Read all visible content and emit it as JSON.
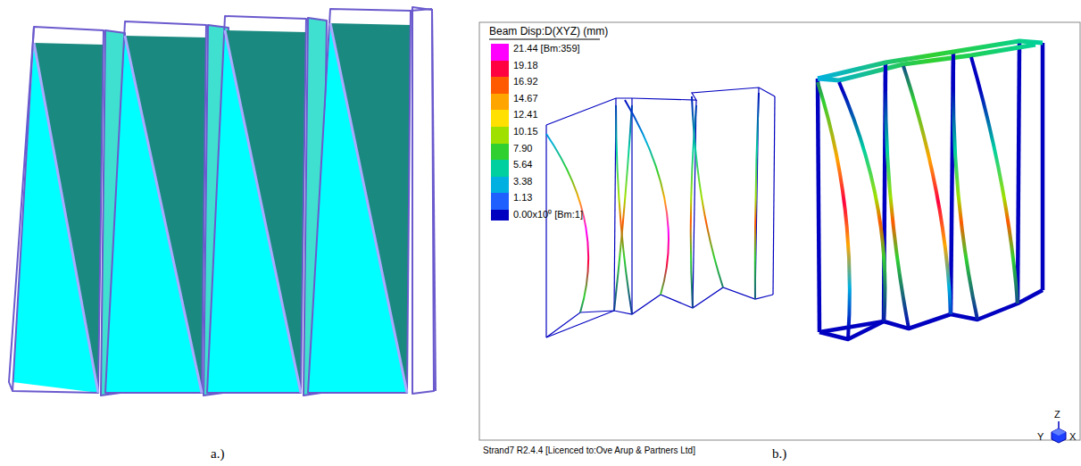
{
  "diagram": {
    "labels": [
      "Beam Disp:D(XYZ) (mm)",
      "Strand7 R2.4.4 [Licenced to:Ove Arup & Partners Ltd]",
      "Z",
      "Y",
      "X",
      "a.)",
      "b.)"
    ],
    "legend": [
      {
        "text": "21.44 [Bm:359]",
        "color": "#ff00ff"
      },
      {
        "text": "19.18",
        "color": "#ff0040"
      },
      {
        "text": "16.92",
        "color": "#ff5a00"
      },
      {
        "text": "14.67",
        "color": "#ffa500"
      },
      {
        "text": "12.41",
        "color": "#ffe000"
      },
      {
        "text": "10.15",
        "color": "#a0e000"
      },
      {
        "text": "7.90",
        "color": "#30d030"
      },
      {
        "text": "5.64",
        "color": "#00d0a0"
      },
      {
        "text": "3.38",
        "color": "#00b0e0"
      },
      {
        "text": "1.13",
        "color": "#2060ff"
      },
      {
        "text": "0.00x10⁰ [Bm:1]",
        "color": "#0000c0"
      }
    ]
  }
}
